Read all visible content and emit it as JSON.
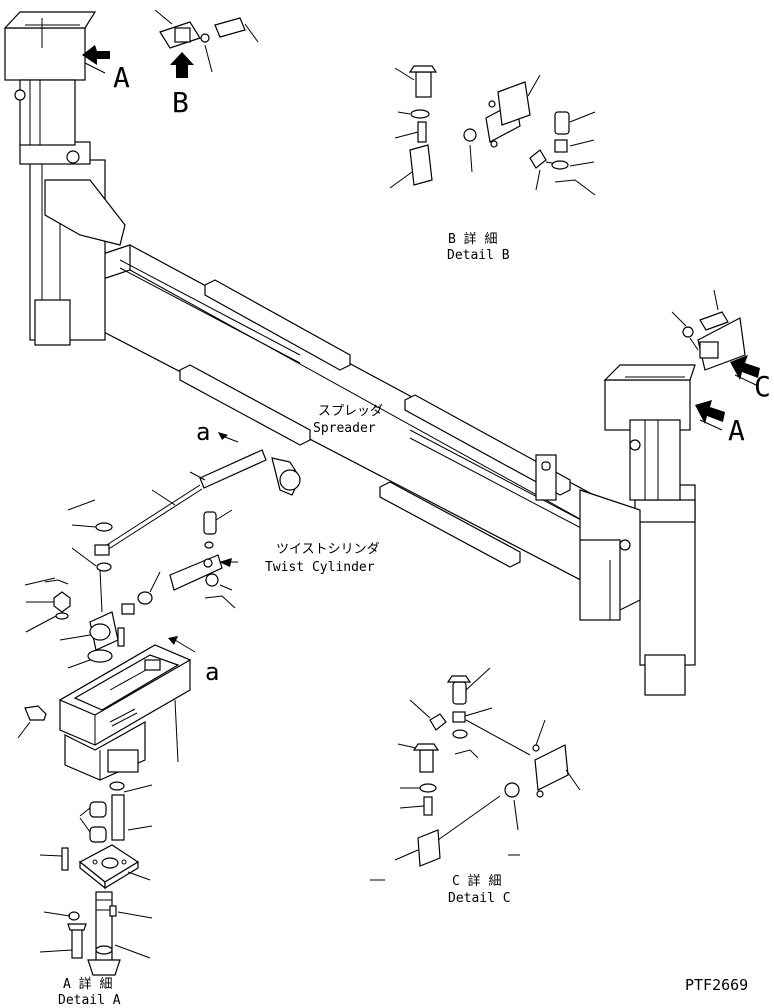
{
  "labels": {
    "arrow_a_top": "A",
    "arrow_b_top": "B",
    "arrow_a_right": "A",
    "arrow_c_right": "C",
    "detail_b_jp": "B 詳 細",
    "detail_b_en": "Detail B",
    "spreader_jp": "スプレッダ",
    "spreader_en": "Spreader",
    "twist_jp": "ツイストシリンダ",
    "twist_en": "Twist Cylinder",
    "ref_a_upper": "a",
    "ref_a_lower": "a",
    "detail_c_jp": "C 詳 細",
    "detail_c_en": "Detail C",
    "detail_a_jp": "A 詳 細",
    "detail_a_en": "Detail A",
    "drawing_code": "PTF2669"
  }
}
